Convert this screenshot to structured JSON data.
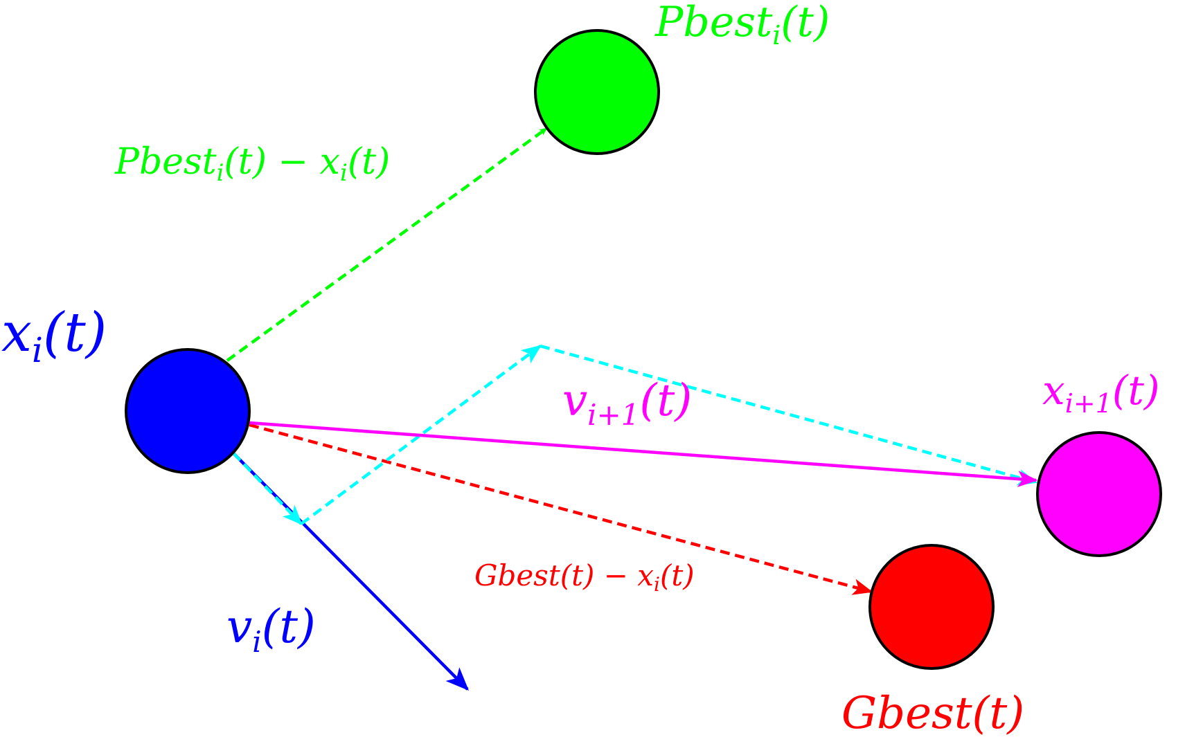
{
  "nodes": {
    "current": {
      "var": "x",
      "sub": "i",
      "arg": "(t)",
      "color": "#0000ff"
    },
    "pbest": {
      "var": "Pbest",
      "sub": "i",
      "arg": "(t)",
      "color": "#00ff00"
    },
    "gbest": {
      "var": "Gbest",
      "arg": "(t)",
      "color": "#ff0000"
    },
    "next": {
      "var": "x",
      "sub": "i+1",
      "arg": "(t)",
      "color": "#ff00ff"
    }
  },
  "vectors": {
    "velocity": {
      "var": "v",
      "sub": "i",
      "arg": "(t)",
      "color": "#0000ff"
    },
    "new_velocity": {
      "var": "v",
      "sub": "i+1",
      "arg": "(t)",
      "color": "#ff00ff"
    },
    "pbest_diff": {
      "var": "Pbest",
      "sub": "i",
      "arg": "(t)",
      "op": " − ",
      "var2": "x",
      "sub2": "i",
      "arg2": "(t)",
      "color": "#00ff00"
    },
    "gbest_diff": {
      "var": "Gbest",
      "arg": "(t)",
      "op": " − ",
      "var2": "x",
      "sub2": "i",
      "arg2": "(t)",
      "color": "#ff0000"
    },
    "construction_color": "#00ffff"
  }
}
